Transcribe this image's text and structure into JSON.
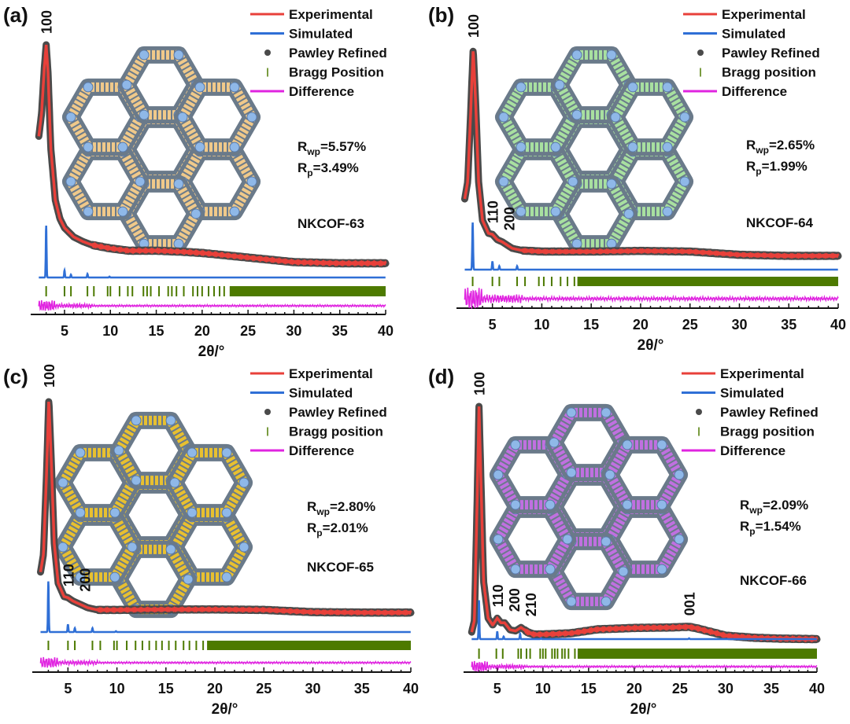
{
  "chart_data": [
    {
      "type": "line",
      "panel_label": "(a)",
      "sample": "NKCOF-63",
      "xlabel": "2θ/°",
      "ylabel": "",
      "xlim": [
        2,
        40
      ],
      "xticks": [
        "5",
        "10",
        "15",
        "20",
        "25",
        "30",
        "35",
        "40"
      ],
      "legend": [
        "Experimental",
        "Simulated",
        "Pawley Refined",
        "Bragg Position",
        "Difference"
      ],
      "legend_placement": "top-right",
      "rwp": "5.57%",
      "rp": "3.49%",
      "peak_labels": [
        {
          "text": "100",
          "x": 3.0
        }
      ],
      "experimental": [
        [
          2.2,
          60
        ],
        [
          2.5,
          70
        ],
        [
          2.8,
          90
        ],
        [
          3.0,
          100
        ],
        [
          3.2,
          88
        ],
        [
          3.5,
          55
        ],
        [
          4,
          32
        ],
        [
          4.5,
          24
        ],
        [
          5,
          20
        ],
        [
          6,
          16
        ],
        [
          7,
          14
        ],
        [
          8,
          12.5
        ],
        [
          10,
          11
        ],
        [
          12,
          10
        ],
        [
          15,
          10
        ],
        [
          18,
          9.5
        ],
        [
          20,
          9
        ],
        [
          25,
          7
        ],
        [
          30,
          5
        ],
        [
          35,
          4.5
        ],
        [
          40,
          4.5
        ]
      ],
      "simulated_peaks": [
        [
          3.0,
          22
        ],
        [
          5.0,
          3
        ],
        [
          5.7,
          1.2
        ],
        [
          7.5,
          1.5
        ],
        [
          9.9,
          0.4
        ]
      ],
      "bragg_positions": [
        3.0,
        5.0,
        5.7,
        7.5,
        8.2,
        9.7,
        10.0,
        11.0,
        11.9,
        12.4,
        13.6,
        14.0,
        14.4,
        15.3,
        16.3,
        16.7,
        17.2,
        18.0,
        19.0,
        19.5,
        20.0,
        20.7,
        21.3,
        21.9,
        22.4
      ],
      "bragg_dense_range": [
        23,
        40
      ],
      "difference_noise_amplitude": 2.5
    },
    {
      "type": "line",
      "panel_label": "(b)",
      "sample": "NKCOF-64",
      "xlabel": "2θ/°",
      "xlim": [
        2,
        40
      ],
      "xticks": [
        "5",
        "10",
        "15",
        "20",
        "25",
        "30",
        "35",
        "40"
      ],
      "legend": [
        "Experimental",
        "Simulated",
        "Pawley Refined",
        "Bragg position",
        "Difference"
      ],
      "legend_placement": "top-right",
      "rwp": "2.65%",
      "rp": "1.99%",
      "peak_labels": [
        {
          "text": "100",
          "x": 3.05
        },
        {
          "text": "110",
          "x": 5.0
        },
        {
          "text": "200",
          "x": 5.9
        }
      ],
      "experimental": [
        [
          2.2,
          30
        ],
        [
          2.5,
          38
        ],
        [
          2.8,
          70
        ],
        [
          3.05,
          100
        ],
        [
          3.3,
          75
        ],
        [
          3.6,
          38
        ],
        [
          4,
          20
        ],
        [
          4.6,
          14
        ],
        [
          5,
          13.5
        ],
        [
          5.5,
          11
        ],
        [
          6,
          10
        ],
        [
          7,
          7
        ],
        [
          8,
          6
        ],
        [
          10,
          5.5
        ],
        [
          15,
          5.5
        ],
        [
          20,
          5.8
        ],
        [
          25,
          5.5
        ],
        [
          30,
          4
        ],
        [
          35,
          3.5
        ],
        [
          40,
          3.5
        ]
      ],
      "simulated_peaks": [
        [
          3.0,
          20
        ],
        [
          5.0,
          3.5
        ],
        [
          5.7,
          1.5
        ],
        [
          7.5,
          1.5
        ]
      ],
      "bragg_positions": [
        3.0,
        5.0,
        5.7,
        7.5,
        8.3,
        9.7,
        10.2,
        11.0,
        11.9,
        12.6,
        13.3
      ],
      "bragg_dense_range": [
        13.6,
        40
      ],
      "difference_noise_amplitude": 5
    },
    {
      "type": "line",
      "panel_label": "(c)",
      "sample": "NKCOF-65",
      "xlabel": "2θ/°",
      "xlim": [
        2,
        40
      ],
      "xticks": [
        "5",
        "10",
        "15",
        "20",
        "25",
        "30",
        "35",
        "40"
      ],
      "legend": [
        "Experimental",
        "Simulated",
        "Pawley Refined",
        "Bragg position",
        "Difference"
      ],
      "legend_placement": "top-right",
      "rwp": "2.80%",
      "rp": "2.01%",
      "peak_labels": [
        {
          "text": "100",
          "x": 3.05
        },
        {
          "text": "110",
          "x": 5.0
        },
        {
          "text": "200",
          "x": 5.9
        }
      ],
      "experimental": [
        [
          2.2,
          22
        ],
        [
          2.5,
          30
        ],
        [
          2.8,
          65
        ],
        [
          3.05,
          100
        ],
        [
          3.3,
          72
        ],
        [
          3.6,
          35
        ],
        [
          4,
          17
        ],
        [
          4.6,
          11
        ],
        [
          5,
          10.5
        ],
        [
          5.5,
          9
        ],
        [
          6,
          8
        ],
        [
          7,
          6
        ],
        [
          8,
          5
        ],
        [
          10,
          5
        ],
        [
          15,
          5.2
        ],
        [
          20,
          5.2
        ],
        [
          25,
          5
        ],
        [
          30,
          4
        ],
        [
          35,
          3.8
        ],
        [
          40,
          3.8
        ]
      ],
      "simulated_peaks": [
        [
          3.0,
          23
        ],
        [
          5.0,
          3.5
        ],
        [
          5.7,
          1.8
        ],
        [
          7.5,
          1.8
        ],
        [
          9.9,
          0.4
        ]
      ],
      "bragg_positions": [
        3.0,
        5.0,
        5.7,
        7.5,
        8.3,
        9.7,
        10.0,
        11.0,
        11.9,
        12.6,
        13.3,
        14.0,
        14.6,
        15.3,
        16.0,
        16.8,
        17.4,
        18.1,
        18.8
      ],
      "bragg_dense_range": [
        19.2,
        40
      ],
      "difference_noise_amplitude": 2.5
    },
    {
      "type": "line",
      "panel_label": "(d)",
      "sample": "NKCOF-66",
      "xlabel": "2θ/°",
      "xlim": [
        2,
        40
      ],
      "xticks": [
        "5",
        "10",
        "15",
        "20",
        "25",
        "30",
        "35",
        "40"
      ],
      "legend": [
        "Experimental",
        "Simulated",
        "Pawley Refined",
        "Bragg position",
        "Difference"
      ],
      "legend_placement": "top-right",
      "rwp": "2.09%",
      "rp": "1.54%",
      "peak_labels": [
        {
          "text": "100",
          "x": 3.0
        },
        {
          "text": "110",
          "x": 5.0
        },
        {
          "text": "200",
          "x": 5.8
        },
        {
          "text": "210",
          "x": 7.6
        },
        {
          "text": "001",
          "x": 26.0
        }
      ],
      "experimental": [
        [
          2.2,
          3
        ],
        [
          2.5,
          8
        ],
        [
          2.8,
          60
        ],
        [
          3.0,
          100
        ],
        [
          3.2,
          70
        ],
        [
          3.5,
          25
        ],
        [
          4,
          9
        ],
        [
          4.5,
          6
        ],
        [
          5,
          9
        ],
        [
          5.4,
          7
        ],
        [
          5.8,
          7
        ],
        [
          6.4,
          4
        ],
        [
          7,
          3.5
        ],
        [
          7.6,
          5
        ],
        [
          8.3,
          3
        ],
        [
          9,
          2
        ],
        [
          10,
          2
        ],
        [
          13,
          2.5
        ],
        [
          16,
          4.2
        ],
        [
          20,
          4.8
        ],
        [
          24,
          5
        ],
        [
          26,
          5.3
        ],
        [
          27,
          4.5
        ],
        [
          30,
          1.5
        ],
        [
          33,
          0.6
        ],
        [
          36,
          0.2
        ],
        [
          40,
          0
        ]
      ],
      "simulated_peaks": [
        [
          3.0,
          15
        ],
        [
          5.0,
          3
        ],
        [
          5.7,
          1
        ],
        [
          7.5,
          2
        ],
        [
          9.8,
          0.4
        ],
        [
          26.0,
          0.3
        ]
      ],
      "bragg_positions": [
        3.0,
        4.9,
        5.6,
        7.3,
        7.6,
        8.2,
        8.6,
        9.7,
        10.0,
        10.3,
        11.0,
        11.3,
        11.6,
        12.1,
        12.4,
        12.8,
        13.5
      ],
      "bragg_dense_range": [
        13.8,
        40
      ],
      "difference_noise_amplitude": 2.5
    }
  ],
  "colors": {
    "experimental": "#e8403a",
    "simulated": "#2f6fd6",
    "pawley": "#4a4a4a",
    "bragg": "#4d7a00",
    "difference": "#e024e0",
    "structure_a": "#f0c98a",
    "structure_b": "#a8e0a0",
    "structure_c": "#e8c030",
    "structure_d": "#c070e0",
    "node": "#8fb8e8"
  }
}
